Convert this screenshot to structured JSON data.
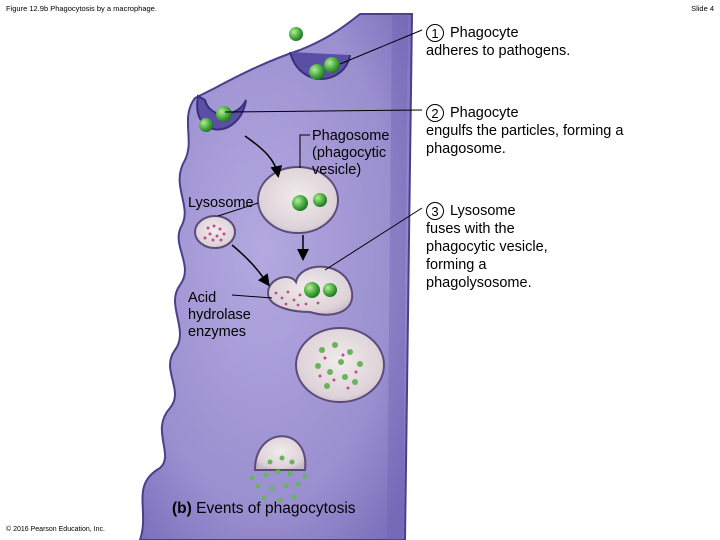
{
  "header": {
    "figure_title": "Figure 12.9b Phagocytosis by a macrophage.",
    "slide_number": "Slide 4"
  },
  "steps": [
    {
      "number": "1",
      "line1": "Phagocyte",
      "rest": "adheres to pathogens."
    },
    {
      "number": "2",
      "line1": "Phagocyte",
      "rest": "engulfs the particles, forming a phagosome."
    },
    {
      "number": "3",
      "line1": "Lysosome",
      "rest": "fuses with the phagocytic vesicle, forming a phagolysosome."
    }
  ],
  "labels": {
    "phagosome": "Phagosome (phagocytic vesicle)",
    "lysosome": "Lysosome",
    "enzymes": "Acid hydrolase enzymes"
  },
  "caption": {
    "part": "(b)",
    "text": "Events of phagocytosis"
  },
  "footer": {
    "copyright": "© 2016 Pearson Education, Inc."
  },
  "colors": {
    "cell_body": "#9a8fcf",
    "cell_edge": "#4a3f8c",
    "pathogen": "#3fa23a",
    "enzyme": "#c24a8a"
  }
}
